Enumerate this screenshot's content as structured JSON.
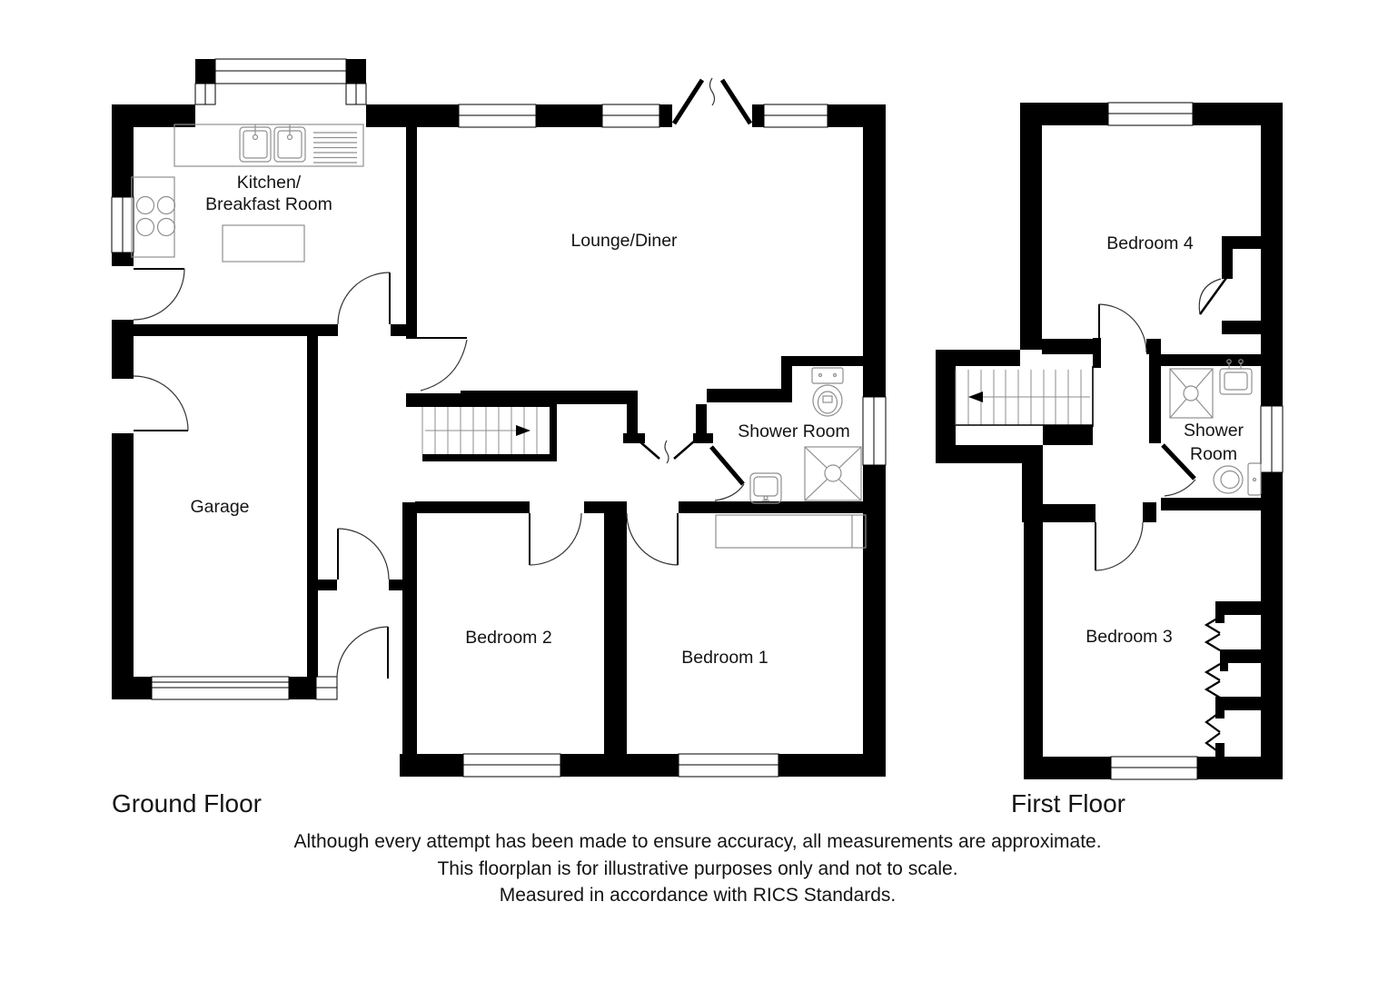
{
  "page": {
    "background_color": "#ffffff",
    "wall_color": "#000000",
    "fixture_line_color": "#8f8f8f",
    "text_color": "#141414"
  },
  "floors": {
    "ground": {
      "title": "Ground Floor",
      "rooms": {
        "kitchen_line1": "Kitchen/",
        "kitchen_line2": "Breakfast Room",
        "lounge": "Lounge/Diner",
        "garage": "Garage",
        "shower": "Shower Room",
        "bedroom2": "Bedroom 2",
        "bedroom1": "Bedroom 1"
      }
    },
    "first": {
      "title": "First Floor",
      "rooms": {
        "bedroom4": "Bedroom 4",
        "shower_line1": "Shower",
        "shower_line2": "Room",
        "bedroom3": "Bedroom 3"
      }
    }
  },
  "disclaimer": {
    "line1": "Although every attempt has been made to ensure accuracy, all measurements are approximate.",
    "line2": "This floorplan is for illustrative purposes only and not to scale.",
    "line3": "Measured in accordance with RICS Standards."
  }
}
